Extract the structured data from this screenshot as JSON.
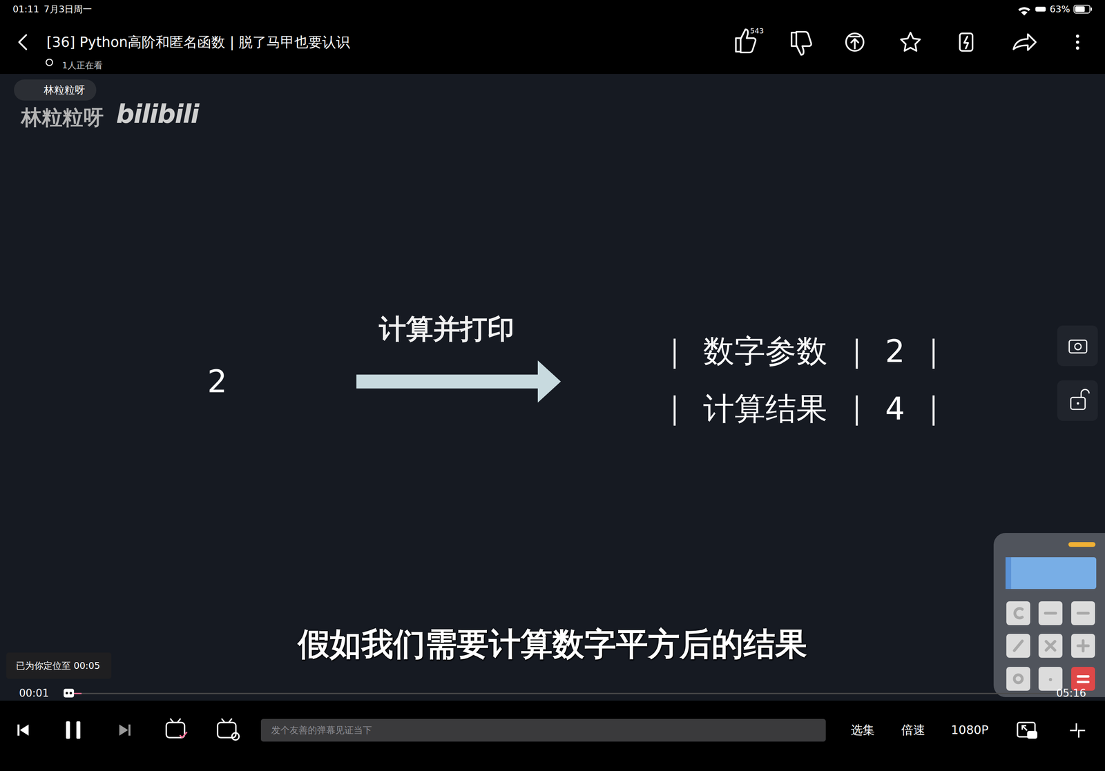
{
  "diagram": {
    "title": "[36] Python高阶和匿名函数 | 脱了马甲也要认识",
    "nodes": [
      {
        "text": [
          "林粒粒呀"
        ]
      },
      {
        "text": [
          "2"
        ]
      },
      {
        "text": [
          "数字参数",
          "2",
          "计算结果",
          "4"
        ]
      },
      {
        "text": [
          "已为你定位至 00:05"
        ]
      },
      {
        "text": [
          "发个友善的弹幕见证当下"
        ]
      }
    ],
    "edges": [
      {
        "from": 1,
        "to": 2,
        "arrow": "to",
        "label": "计算并打印"
      }
    ],
    "labels": [
      "01:11",
      "7月3日周一",
      "63%",
      "543",
      "1人正在看",
      "林粒粒呀",
      "bilibili",
      "假如我们需要计算数字平方后的结果",
      "00:01",
      "05:16",
      "选集",
      "倍速",
      "1080P"
    ]
  }
}
